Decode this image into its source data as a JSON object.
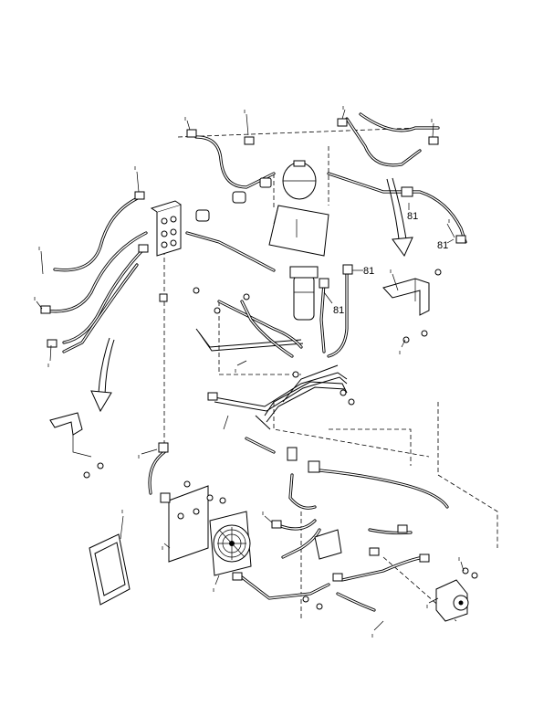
{
  "diagram": {
    "callouts": [
      {
        "id": "c1",
        "label": "81"
      },
      {
        "id": "c2",
        "label": "81"
      },
      {
        "id": "c3",
        "label": "81"
      },
      {
        "id": "c4",
        "label": "81"
      }
    ]
  }
}
